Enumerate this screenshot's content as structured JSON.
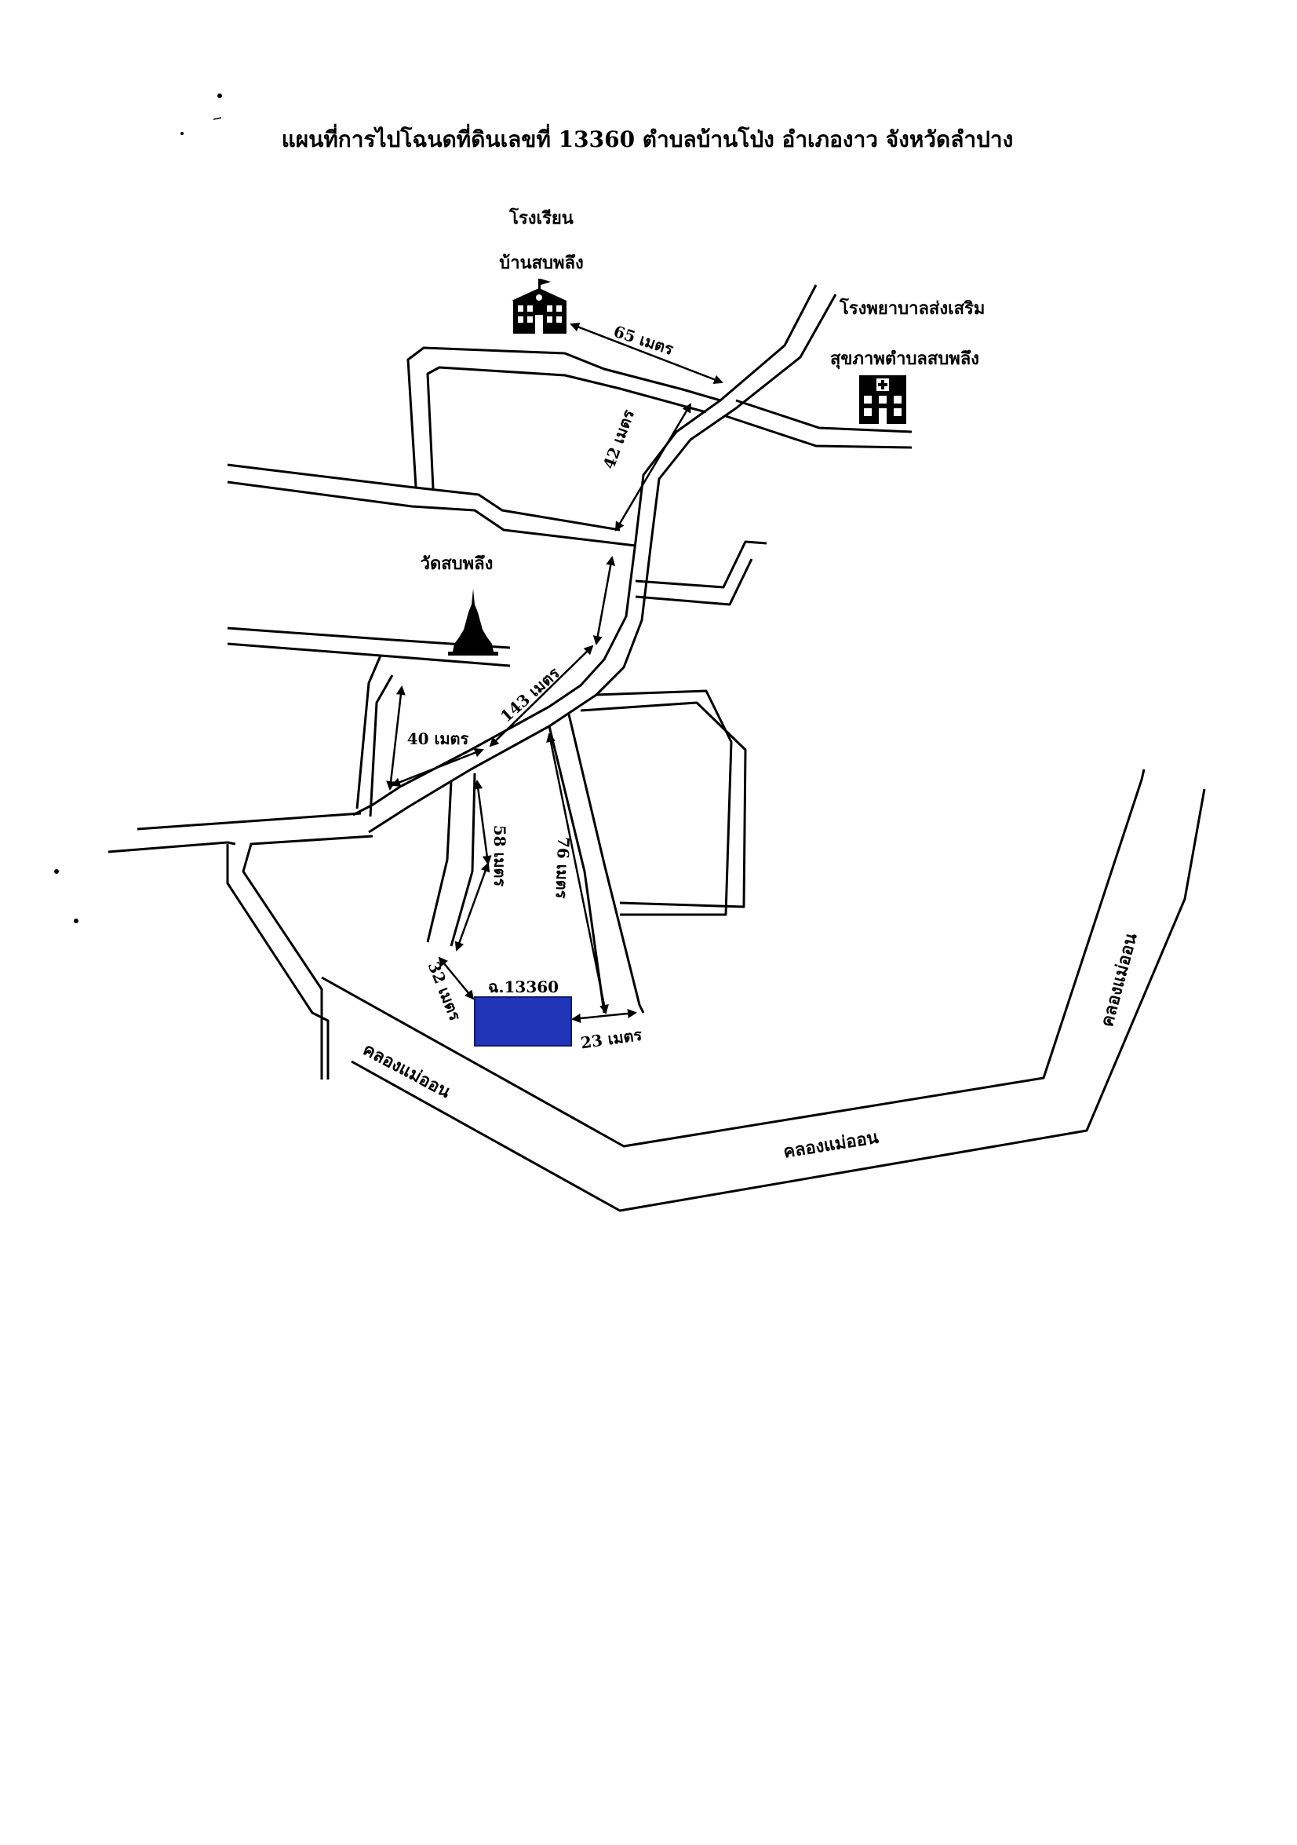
{
  "title": "แผนที่การไปโฉนดที่ดินเลขที่ 13360 ตำบลบ้านโป่ง อำเภองาว จังหวัดลำปาง",
  "landmarks": {
    "school": {
      "line1": "โรงเรียน",
      "line2": "บ้านสบพลึง",
      "icon": "school-building-icon"
    },
    "hospital": {
      "line1": "โรงพยาบาลส่งเสริม",
      "line2": "สุขภาพตำบลสบพลึง",
      "icon": "hospital-icon"
    },
    "temple": {
      "label": "วัดสบพลึง",
      "icon": "pagoda-icon"
    }
  },
  "parcel": {
    "label": "ฉ.13360",
    "fill": "#2035b8",
    "label_color": "#e01b1b"
  },
  "distances": {
    "d65": "65 เมตร",
    "d42": "42 เมตร",
    "d143": "143 เมตร",
    "d40": "40 เมตร",
    "d58": "58 เมตร",
    "d76": "76 เมตร",
    "d32": "32 เมตร",
    "d23": "23 เมตร"
  },
  "canal": {
    "label_left": "คลองแม่ออน",
    "label_bottom": "คลองแม่ออน",
    "label_right": "คลองแม่ออน"
  }
}
